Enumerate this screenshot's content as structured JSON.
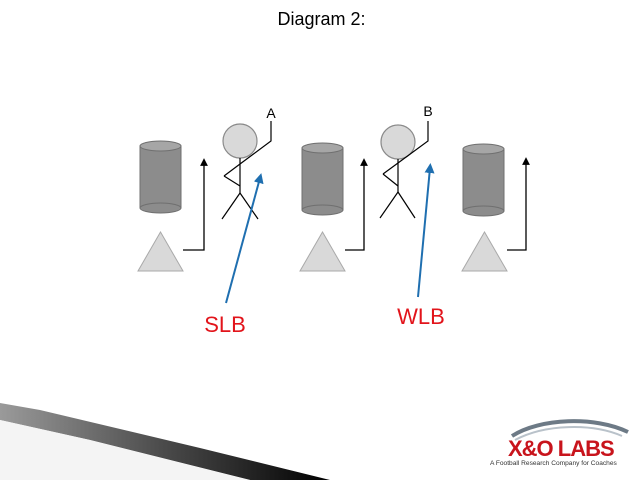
{
  "slide": {
    "title": "Diagram 2:"
  },
  "diagram": {
    "player_labels": [
      "A",
      "B"
    ],
    "linebacker_labels": [
      "SLB",
      "WLB"
    ]
  },
  "logo": {
    "brand": "X&O LABS",
    "tagline": "A Football Research Company for Coaches"
  },
  "colors": {
    "background": "#ffffff",
    "cylinder_fill": "#8c8c8c",
    "cylinder_top": "#a6a6a6",
    "triangle_fill": "#d9d9d9",
    "stick_head": "#d9d9d9",
    "arrow_blue": "#1f6fb0",
    "label_red": "#e2141b"
  }
}
